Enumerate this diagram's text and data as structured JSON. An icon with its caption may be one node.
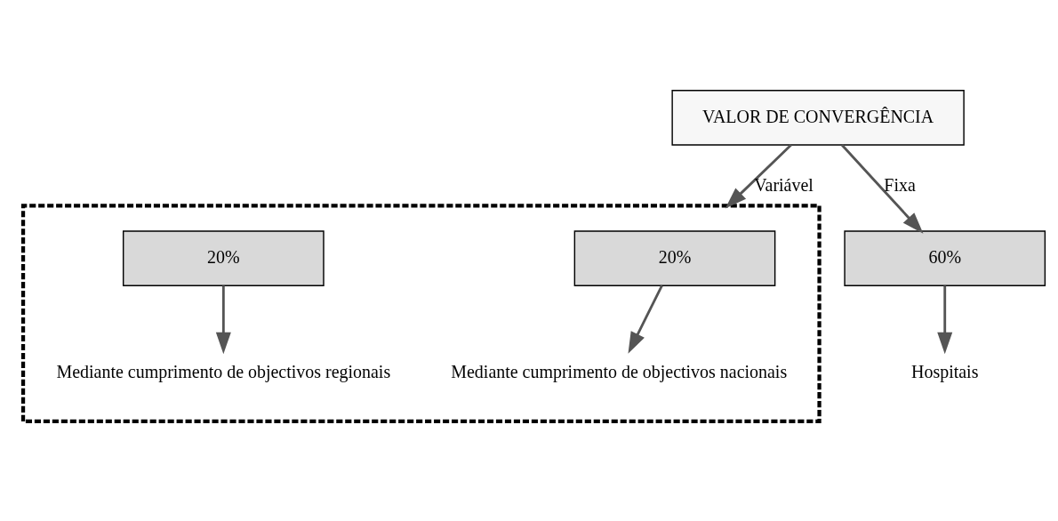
{
  "diagram": {
    "nodes": [
      {
        "text": [
          "VALOR DE CONVERGÊNCIA"
        ]
      },
      {
        "text": [
          "60%"
        ]
      },
      {
        "text": [
          "Hospitais"
        ]
      },
      {
        "text": [],
        "shape": "box"
      },
      {
        "text": [
          "20%"
        ],
        "in": 3
      },
      {
        "text": [
          "Mediante cumprimento de objectivos nacionais"
        ],
        "in": 3
      },
      {
        "text": [
          "20%"
        ],
        "in": 3
      },
      {
        "text": [
          "Mediante cumprimento de objectivos regionais"
        ],
        "in": 3
      }
    ],
    "edges": [
      {
        "from": 0,
        "to": 1,
        "arrow": "to",
        "label": "Fixa"
      },
      {
        "from": 0,
        "to": 3,
        "arrow": "to",
        "label": "Variável"
      },
      {
        "from": 1,
        "to": 2,
        "arrow": "to"
      },
      {
        "from": 4,
        "to": 5,
        "arrow": "to"
      },
      {
        "from": 6,
        "to": 7,
        "arrow": "to"
      }
    ]
  }
}
